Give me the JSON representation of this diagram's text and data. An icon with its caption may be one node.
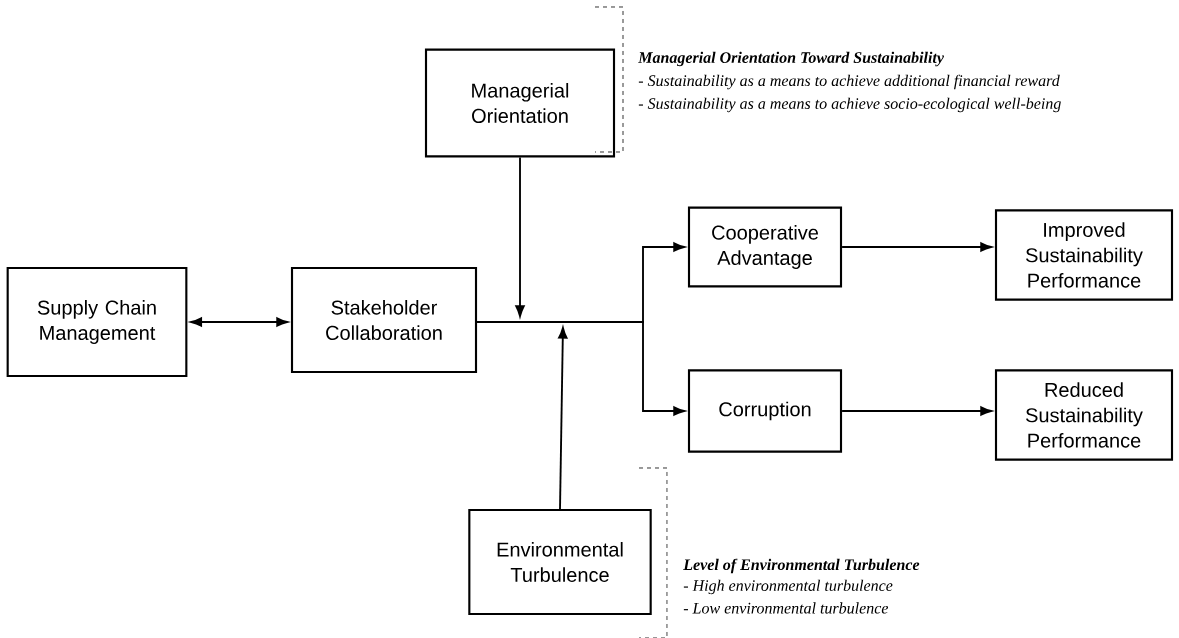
{
  "diagram": {
    "nodes": [
      {
        "text": [
          "Managerial Orientation"
        ],
        "beside": [
          "Managerial Orientation Toward Sustainability",
          "- Sustainability as a means to achieve additional financial reward",
          "- Sustainability as a means to achieve socio-ecological well-being"
        ]
      },
      {
        "text": [
          "Supply Chain Management"
        ]
      },
      {
        "text": [
          "Stakeholder Collaboration"
        ]
      },
      {
        "text": [
          "Cooperative Advantage"
        ]
      },
      {
        "text": [
          "Improved Sustainability Performance"
        ]
      },
      {
        "text": [
          "Corruption"
        ]
      },
      {
        "text": [
          "Reduced Sustainability Performance"
        ]
      },
      {
        "text": [
          "Environmental Turbulence"
        ],
        "beside": [
          "Level of Environmental Turbulence",
          "- High environmental turbulence",
          "- Low environmental turbulence"
        ]
      }
    ],
    "edges": [
      {
        "from": 1,
        "to": 2,
        "arrow": "both"
      },
      {
        "from": 2,
        "to": 3,
        "arrow": "to"
      },
      {
        "from": 2,
        "to": 5,
        "arrow": "to"
      },
      {
        "from": 3,
        "to": 4,
        "arrow": "to"
      },
      {
        "from": 5,
        "to": 6,
        "arrow": "to"
      },
      {
        "from": 0,
        "to": null,
        "arrow": "to"
      },
      {
        "from": 7,
        "to": null,
        "arrow": "to"
      }
    ]
  }
}
